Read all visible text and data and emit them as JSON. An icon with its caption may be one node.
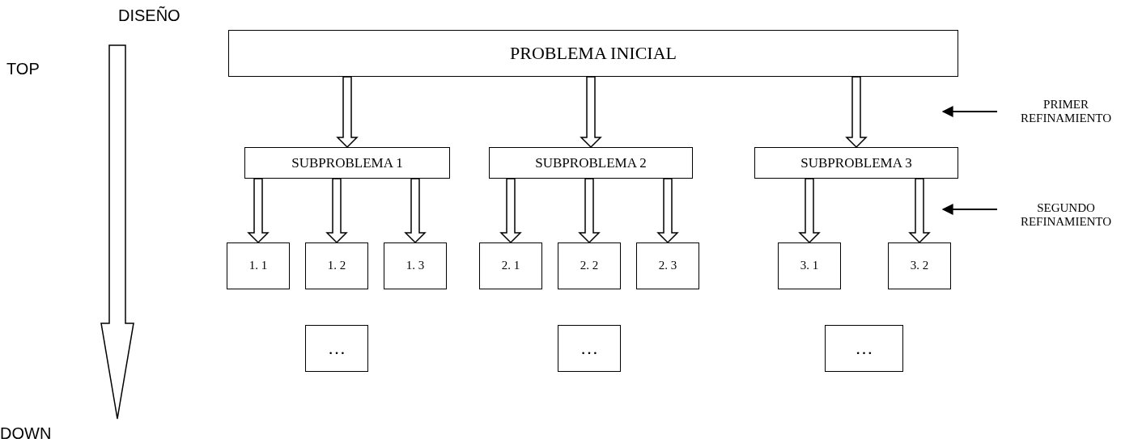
{
  "diagram": {
    "nodes": [
      {
        "text": [
          "PROBLEMA INICIAL"
        ]
      },
      {
        "text": [
          "SUBPROBLEMA 1"
        ]
      },
      {
        "text": [
          "SUBPROBLEMA 2"
        ]
      },
      {
        "text": [
          "SUBPROBLEMA 3"
        ]
      },
      {
        "text": [
          "1. 1"
        ]
      },
      {
        "text": [
          "1. 2"
        ]
      },
      {
        "text": [
          "1. 3"
        ]
      },
      {
        "text": [
          "2. 1"
        ]
      },
      {
        "text": [
          "2. 2"
        ]
      },
      {
        "text": [
          "2. 3"
        ]
      },
      {
        "text": [
          "3. 1"
        ]
      },
      {
        "text": [
          "3. 2"
        ]
      },
      {
        "text": [
          "…"
        ]
      },
      {
        "text": [
          "…"
        ]
      },
      {
        "text": [
          "…"
        ]
      },
      {
        "text": [
          "PRIMER REFINAMIENTO"
        ]
      },
      {
        "text": [
          "SEGUNDO REFINAMIENTO"
        ]
      }
    ],
    "edges": [
      {
        "from": 0,
        "to": 1,
        "arrow": "to"
      },
      {
        "from": 0,
        "to": 2,
        "arrow": "to"
      },
      {
        "from": 0,
        "to": 3,
        "arrow": "to"
      },
      {
        "from": 1,
        "to": 4,
        "arrow": "to"
      },
      {
        "from": 1,
        "to": 5,
        "arrow": "to"
      },
      {
        "from": 1,
        "to": 6,
        "arrow": "to"
      },
      {
        "from": 2,
        "to": 7,
        "arrow": "to"
      },
      {
        "from": 2,
        "to": 8,
        "arrow": "to"
      },
      {
        "from": 2,
        "to": 9,
        "arrow": "to"
      },
      {
        "from": 3,
        "to": 10,
        "arrow": "to"
      },
      {
        "from": 3,
        "to": 11,
        "arrow": "to"
      },
      {
        "from": 15,
        "to": null,
        "arrow": "to"
      },
      {
        "from": 16,
        "to": null,
        "arrow": "to"
      }
    ],
    "labels": [
      "DISEÑO",
      "TOP",
      "DOWN"
    ]
  }
}
